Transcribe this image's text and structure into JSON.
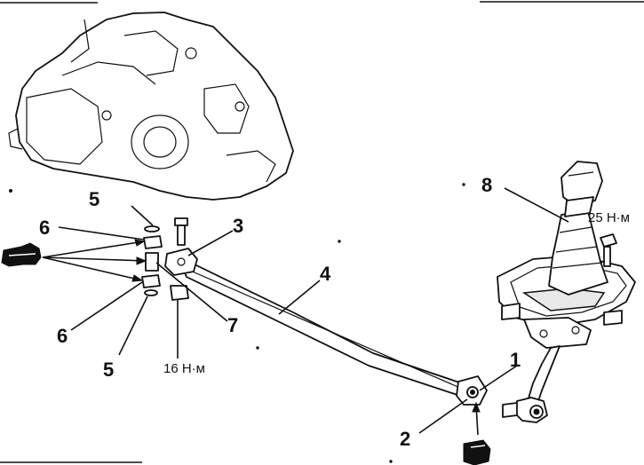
{
  "callouts": {
    "c1": "1",
    "c2": "2",
    "c3": "3",
    "c4": "4",
    "c5a": "5",
    "c5b": "5",
    "c6a": "6",
    "c6b": "6",
    "c7": "7",
    "c8": "8"
  },
  "torques": {
    "t_linkage": "16 Н·м",
    "t_lever": "25 Н·м"
  },
  "icons": {
    "pointer_left": "hand-pointer-icon",
    "pointer_bottom": "hand-pointer-icon"
  }
}
